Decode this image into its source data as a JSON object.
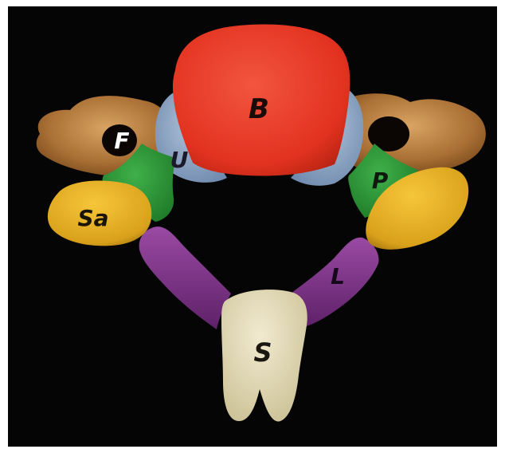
{
  "labels": {
    "B": "B",
    "U": "U",
    "F": "F",
    "P": "P",
    "Sa": "Sa",
    "L": "L",
    "S": "S"
  },
  "colors": {
    "background": "#050505",
    "body": "#e8352a",
    "uncinate": "#8fa8c6",
    "foramen_bone": "#b87d3e",
    "pedicle": "#2f9a3a",
    "superior_articular": "#e2b020",
    "lamina": "#7d2f86",
    "spinous": "#ddd5ae"
  }
}
